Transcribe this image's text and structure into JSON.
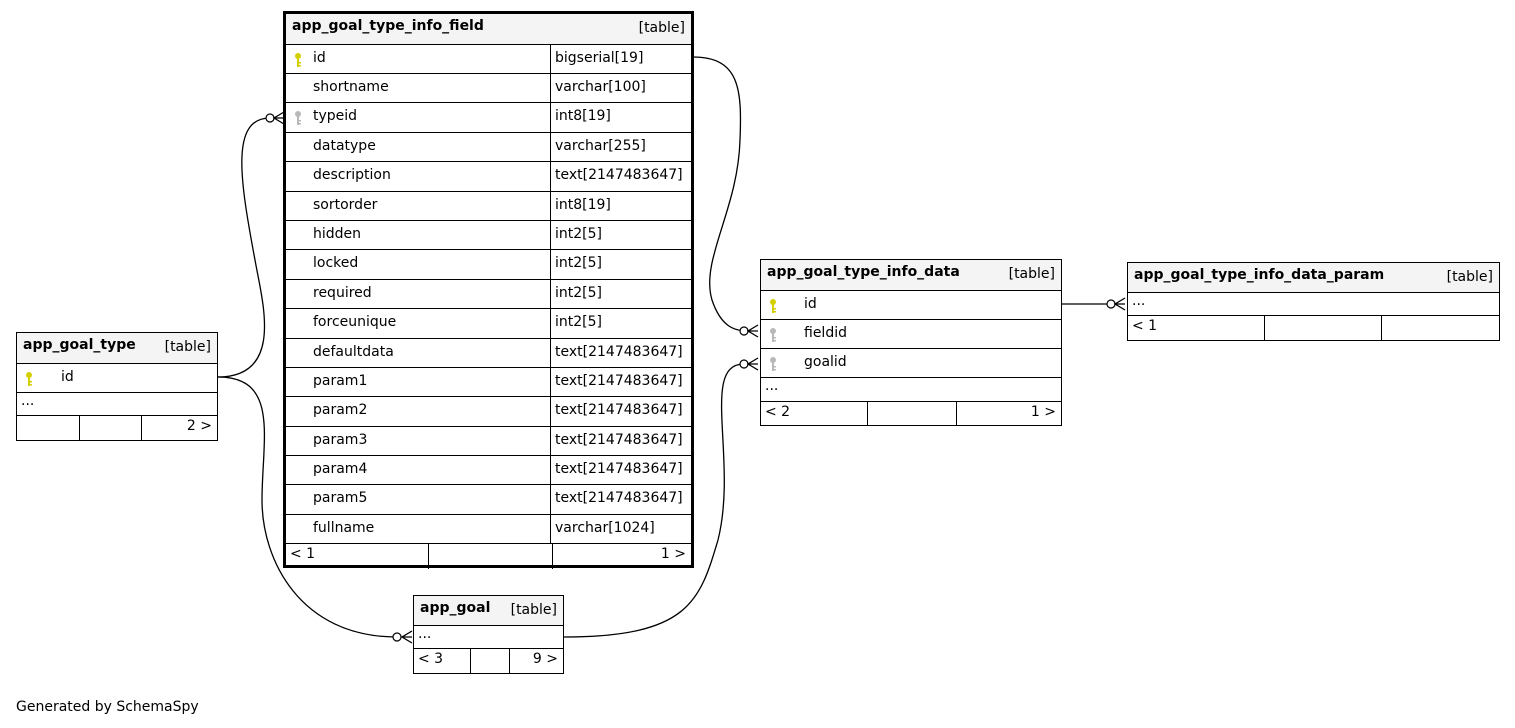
{
  "diagram": {
    "credit": "Generated by SchemaSpy",
    "tables": {
      "field": {
        "name": "app_goal_type_info_field",
        "kind": "[table]",
        "columns": [
          {
            "name": "id",
            "type": "bigserial[19]",
            "key": "primary"
          },
          {
            "name": "shortname",
            "type": "varchar[100]",
            "key": ""
          },
          {
            "name": "typeid",
            "type": "int8[19]",
            "key": "foreign"
          },
          {
            "name": "datatype",
            "type": "varchar[255]",
            "key": ""
          },
          {
            "name": "description",
            "type": "text[2147483647]",
            "key": ""
          },
          {
            "name": "sortorder",
            "type": "int8[19]",
            "key": ""
          },
          {
            "name": "hidden",
            "type": "int2[5]",
            "key": ""
          },
          {
            "name": "locked",
            "type": "int2[5]",
            "key": ""
          },
          {
            "name": "required",
            "type": "int2[5]",
            "key": ""
          },
          {
            "name": "forceunique",
            "type": "int2[5]",
            "key": ""
          },
          {
            "name": "defaultdata",
            "type": "text[2147483647]",
            "key": ""
          },
          {
            "name": "param1",
            "type": "text[2147483647]",
            "key": ""
          },
          {
            "name": "param2",
            "type": "text[2147483647]",
            "key": ""
          },
          {
            "name": "param3",
            "type": "text[2147483647]",
            "key": ""
          },
          {
            "name": "param4",
            "type": "text[2147483647]",
            "key": ""
          },
          {
            "name": "param5",
            "type": "text[2147483647]",
            "key": ""
          },
          {
            "name": "fullname",
            "type": "varchar[1024]",
            "key": ""
          }
        ],
        "footer": {
          "left": "< 1",
          "right": "1 >"
        }
      },
      "goal_type": {
        "name": "app_goal_type",
        "kind": "[table]",
        "columns": [
          {
            "name": "id",
            "key": "primary"
          }
        ],
        "ellipsis": "...",
        "footer": {
          "left": "",
          "right": "2 >"
        }
      },
      "data": {
        "name": "app_goal_type_info_data",
        "kind": "[table]",
        "columns": [
          {
            "name": "id",
            "key": "primary"
          },
          {
            "name": "fieldid",
            "key": "foreign"
          },
          {
            "name": "goalid",
            "key": "foreign"
          }
        ],
        "ellipsis": "...",
        "footer": {
          "left": "< 2",
          "right": "1 >"
        }
      },
      "data_param": {
        "name": "app_goal_type_info_data_param",
        "kind": "[table]",
        "ellipsis": "...",
        "footer": {
          "left": "< 1",
          "right": ""
        }
      },
      "goal": {
        "name": "app_goal",
        "kind": "[table]",
        "ellipsis": "...",
        "footer": {
          "left": "< 3",
          "right": "9 >"
        }
      }
    },
    "colors": {
      "primary_key": "#d4d000",
      "foreign_key": "#b8b8b8",
      "header_bg": "#f4f4f4",
      "line": "#000000"
    }
  }
}
